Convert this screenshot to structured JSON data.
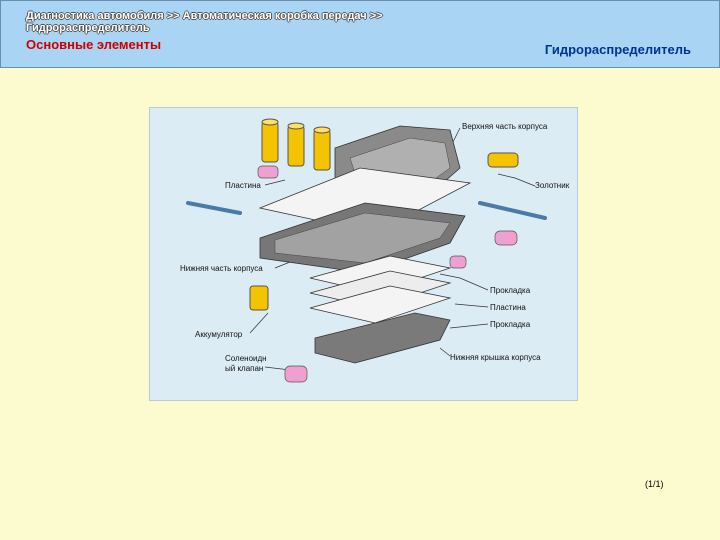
{
  "header": {
    "breadcrumb": "Диагностика автомобиля >> Автоматическая коробка передач >> Гидрораспределитель",
    "section_title": "Основные элементы",
    "page_title": "Гидрораспределитель"
  },
  "figure": {
    "labels": {
      "upper_body": "Верхняя часть корпуса",
      "plate_top": "Пластина",
      "spool": "Золотник",
      "lower_body": "Нижняя часть корпуса",
      "gasket_1": "Прокладка",
      "plate_mid": "Пластина",
      "gasket_2": "Прокладка",
      "accumulator": "Аккумулятор",
      "solenoid_1": "Соленоидн",
      "solenoid_2": "ый клапан",
      "lower_cover": "Нижняя крышка корпуса"
    }
  },
  "pager": {
    "text": "(1/1)"
  },
  "colors": {
    "header_bg": "#a9d4f4",
    "page_bg": "#fcfbd0",
    "section_red": "#cc0000",
    "title_blue": "#003399"
  }
}
